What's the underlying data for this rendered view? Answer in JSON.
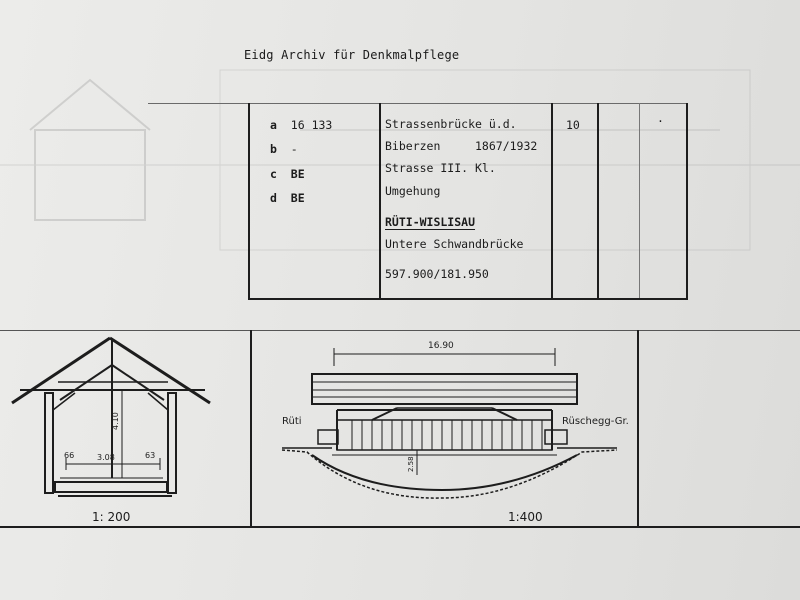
{
  "header": {
    "title": "Eidg Archiv für Denkmalpflege"
  },
  "card": {
    "labels": [
      {
        "key": "a",
        "value": "16 133"
      },
      {
        "key": "b",
        "value": "-"
      },
      {
        "key": "c",
        "value": "BE"
      },
      {
        "key": "d",
        "value": "BE"
      }
    ],
    "lines": [
      "Strassenbrücke ü.d.",
      "Biberzen     1867/1932",
      "Strasse III. Kl.",
      "Umgehung",
      "RÜTI-WISLISAU",
      "Untere Schwandbrücke",
      "597.900/181.950"
    ],
    "number": "10",
    "dot": "."
  },
  "drawings": {
    "section": {
      "dim_height": "4.10",
      "dim_width": "3.08",
      "dim_left": "66",
      "dim_right": "63",
      "scale": "1: 200"
    },
    "elevation": {
      "dim_span": "16.90",
      "dim_clearance": "2.58",
      "left_label": "Rüti",
      "right_label": "Rüschegg-Gr.",
      "scale": "1:400"
    }
  }
}
